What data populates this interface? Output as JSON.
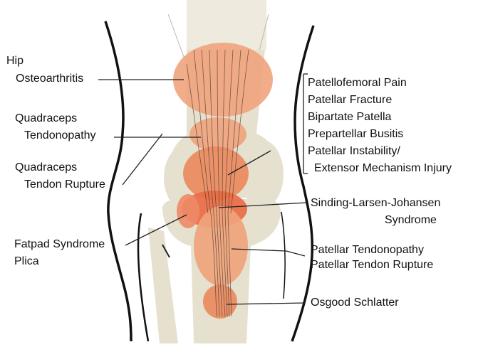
{
  "colors": {
    "bone": "#e6e1cf",
    "bone_light": "#eeeade",
    "highlight": "#f0a47c",
    "highlight_dark": "#ea6a43",
    "outline": "#111111",
    "leader": "#222222"
  },
  "labels": {
    "hip": {
      "line1": "Hip",
      "line2": "Osteoarthritis"
    },
    "quad_tendinopathy": {
      "line1": "Quadraceps",
      "line2": "Tendonopathy"
    },
    "quad_rupture": {
      "line1": "Quadraceps",
      "line2": "Tendon Rupture"
    },
    "fatpad": {
      "line1": "Fatpad Syndrome",
      "line2": "Plica"
    },
    "patellar_group": [
      "Patellofemoral Pain",
      "Patellar Fracture",
      "Bipartate Patella",
      "Prepartellar Busitis",
      "Patellar Instability/",
      "Extensor Mechanism Injury"
    ],
    "sinding": {
      "line1": "Sinding-Larsen-Johansen",
      "line2": "Syndrome"
    },
    "tendon_group": {
      "line1": "Patellar Tendonopathy",
      "line2": "Patellar Tendon Rupture"
    },
    "osgood": "Osgood Schlatter"
  }
}
